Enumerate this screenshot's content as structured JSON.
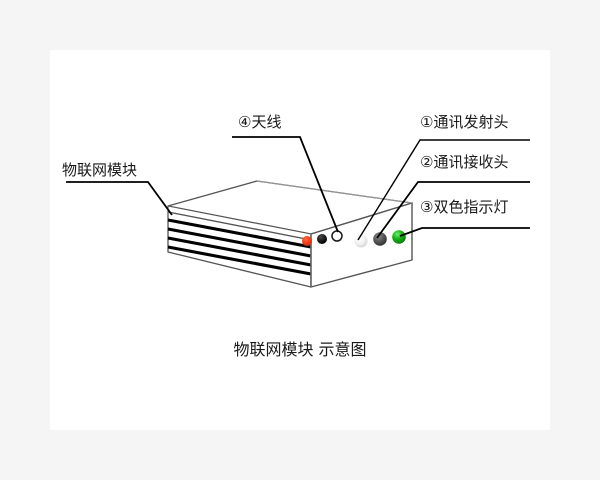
{
  "figure": {
    "caption": "物联网模块 示意图",
    "background_color": "#f5f5f5",
    "canvas_color": "#ffffff"
  },
  "labels": {
    "module": "物联网模块",
    "antenna": "④天线",
    "transmitter": "①通讯发射头",
    "receiver": "②通讯接收头",
    "indicator": "③双色指示灯"
  },
  "device": {
    "name": "物联网模块",
    "body_color": "#ffffff",
    "outline_color": "#3a3a3a",
    "fin_color": "#000000",
    "fin_count": 4,
    "front_panel_parts": [
      {
        "name": "power-led",
        "color": "#f03c18",
        "label": ""
      },
      {
        "name": "black-dot",
        "color": "#1a1a1a",
        "label": ""
      },
      {
        "name": "antenna-port",
        "color": "#ffffff",
        "label": "④天线"
      },
      {
        "name": "ir-transmitter",
        "color": "#f0f0f0",
        "label": "①通讯发射头"
      },
      {
        "name": "ir-receiver",
        "color": "#555555",
        "label": "②通讯接收头"
      },
      {
        "name": "dual-color-indicator",
        "color": "#17b317",
        "label": "③双色指示灯"
      }
    ]
  }
}
